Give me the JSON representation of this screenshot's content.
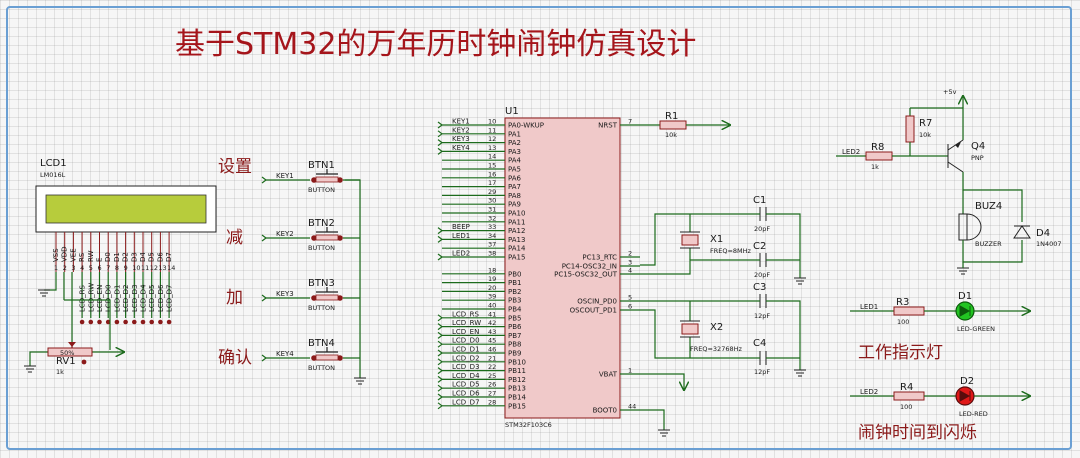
{
  "title": "基于STM32的万年历时钟闹钟仿真设计",
  "labels": {
    "set": "设置",
    "dec": "减",
    "inc": "加",
    "ok": "确认",
    "work_led": "工作指示灯",
    "alarm_led": "闹钟时间到闪烁"
  },
  "mcu": {
    "ref": "U1",
    "part": "STM32F103C6",
    "left_pins": [
      {
        "num": "10",
        "name": "PA0-WKUP"
      },
      {
        "num": "11",
        "name": "PA1"
      },
      {
        "num": "12",
        "name": "PA2"
      },
      {
        "num": "13",
        "name": "PA3"
      },
      {
        "num": "14",
        "name": "PA4"
      },
      {
        "num": "15",
        "name": "PA5"
      },
      {
        "num": "16",
        "name": "PA6"
      },
      {
        "num": "17",
        "name": "PA7"
      },
      {
        "num": "29",
        "name": "PA8"
      },
      {
        "num": "30",
        "name": "PA9"
      },
      {
        "num": "31",
        "name": "PA10"
      },
      {
        "num": "32",
        "name": "PA11"
      },
      {
        "num": "33",
        "name": "PA12"
      },
      {
        "num": "34",
        "name": "PA13"
      },
      {
        "num": "37",
        "name": "PA14"
      },
      {
        "num": "38",
        "name": "PA15"
      },
      {
        "num": "18",
        "name": "PB0"
      },
      {
        "num": "19",
        "name": "PB1"
      },
      {
        "num": "20",
        "name": "PB2"
      },
      {
        "num": "39",
        "name": "PB3"
      },
      {
        "num": "40",
        "name": "PB4"
      },
      {
        "num": "41",
        "name": "PB5"
      },
      {
        "num": "42",
        "name": "PB6"
      },
      {
        "num": "43",
        "name": "PB7"
      },
      {
        "num": "45",
        "name": "PB8"
      },
      {
        "num": "46",
        "name": "PB9"
      },
      {
        "num": "21",
        "name": "PB10"
      },
      {
        "num": "22",
        "name": "PB11"
      },
      {
        "num": "25",
        "name": "PB12"
      },
      {
        "num": "26",
        "name": "PB13"
      },
      {
        "num": "27",
        "name": "PB14"
      },
      {
        "num": "28",
        "name": "PB15"
      }
    ],
    "left_nets": [
      "KEY1",
      "KEY2",
      "KEY3",
      "KEY4",
      "",
      "",
      "",
      "",
      "",
      "",
      "",
      "",
      "BEEP",
      "LED1",
      "",
      "LED2",
      "",
      "",
      "",
      "",
      "",
      "LCD_RS",
      "LCD_RW",
      "LCD_EN",
      "LCD_D0",
      "LCD_D1",
      "LCD_D2",
      "LCD_D3",
      "LCD_D4",
      "LCD_D5",
      "LCD_D6",
      "LCD_D7"
    ],
    "right_pins": [
      {
        "num": "7",
        "name": "NRST"
      },
      {
        "num": "2",
        "name": "PC13_RTC"
      },
      {
        "num": "3",
        "name": "PC14-OSC32_IN"
      },
      {
        "num": "4",
        "name": "PC15-OSC32_OUT"
      },
      {
        "num": "5",
        "name": "OSCIN_PD0"
      },
      {
        "num": "6",
        "name": "OSCOUT_PD1"
      },
      {
        "num": "1",
        "name": "VBAT"
      },
      {
        "num": "44",
        "name": "BOOT0"
      }
    ]
  },
  "lcd": {
    "ref": "LCD1",
    "part": "LM016L",
    "pins": [
      {
        "num": "1",
        "name": "VSS",
        "net": ""
      },
      {
        "num": "2",
        "name": "VDD",
        "net": ""
      },
      {
        "num": "3",
        "name": "VEE",
        "net": ""
      },
      {
        "num": "4",
        "name": "RS",
        "net": "LCD_RS"
      },
      {
        "num": "5",
        "name": "RW",
        "net": "LCD_RW"
      },
      {
        "num": "6",
        "name": "E",
        "net": "LCD_EN"
      },
      {
        "num": "7",
        "name": "D0",
        "net": "LCD_D0"
      },
      {
        "num": "8",
        "name": "D1",
        "net": "LCD_D1"
      },
      {
        "num": "9",
        "name": "D2",
        "net": "LCD_D2"
      },
      {
        "num": "10",
        "name": "D3",
        "net": "LCD_D3"
      },
      {
        "num": "11",
        "name": "D4",
        "net": "LCD_D4"
      },
      {
        "num": "12",
        "name": "D5",
        "net": "LCD_D5"
      },
      {
        "num": "13",
        "name": "D6",
        "net": "LCD_D6"
      },
      {
        "num": "14",
        "name": "D7",
        "net": "LCD_D7"
      }
    ],
    "lcd_color": "#b7cc3c"
  },
  "rv1": {
    "ref": "RV1",
    "value": "1k",
    "mark": "50%"
  },
  "buttons": [
    {
      "ref": "BTN1",
      "value": "BUTTON",
      "net": "KEY1"
    },
    {
      "ref": "BTN2",
      "value": "BUTTON",
      "net": "KEY2"
    },
    {
      "ref": "BTN3",
      "value": "BUTTON",
      "net": "KEY3"
    },
    {
      "ref": "BTN4",
      "value": "BUTTON",
      "net": "KEY4"
    }
  ],
  "r1": {
    "ref": "R1",
    "value": "10k"
  },
  "caps": [
    {
      "ref": "C1",
      "value": "20pF"
    },
    {
      "ref": "C2",
      "value": "20pF"
    },
    {
      "ref": "C3",
      "value": "12pF"
    },
    {
      "ref": "C4",
      "value": "12pF"
    }
  ],
  "crystals": [
    {
      "ref": "X1",
      "value": "FREQ=8MHz"
    },
    {
      "ref": "X2",
      "value": "FREQ=32768Hz"
    }
  ],
  "buzzer_circuit": {
    "supply": "+5v",
    "r7": {
      "ref": "R7",
      "value": "10k"
    },
    "r8": {
      "ref": "R8",
      "value": "1k"
    },
    "q4": {
      "ref": "Q4",
      "value": "PNP"
    },
    "buz": {
      "ref": "BUZ4",
      "value": "BUZZER"
    },
    "d4": {
      "ref": "D4",
      "value": "1N4007"
    },
    "net": "LED2"
  },
  "led1": {
    "ref": "D1",
    "value": "LED-GREEN",
    "r_ref": "R3",
    "r_value": "100",
    "net": "LED1",
    "color": "#22c422"
  },
  "led2": {
    "ref": "D2",
    "value": "LED-RED",
    "r_ref": "R4",
    "r_value": "100",
    "net": "LED2",
    "color": "#e01818"
  },
  "colors": {
    "wire": "#1c6b1c",
    "ic_fill": "#f0c9c9",
    "ic_border": "#8b1a1a",
    "title": "#a5151b"
  }
}
